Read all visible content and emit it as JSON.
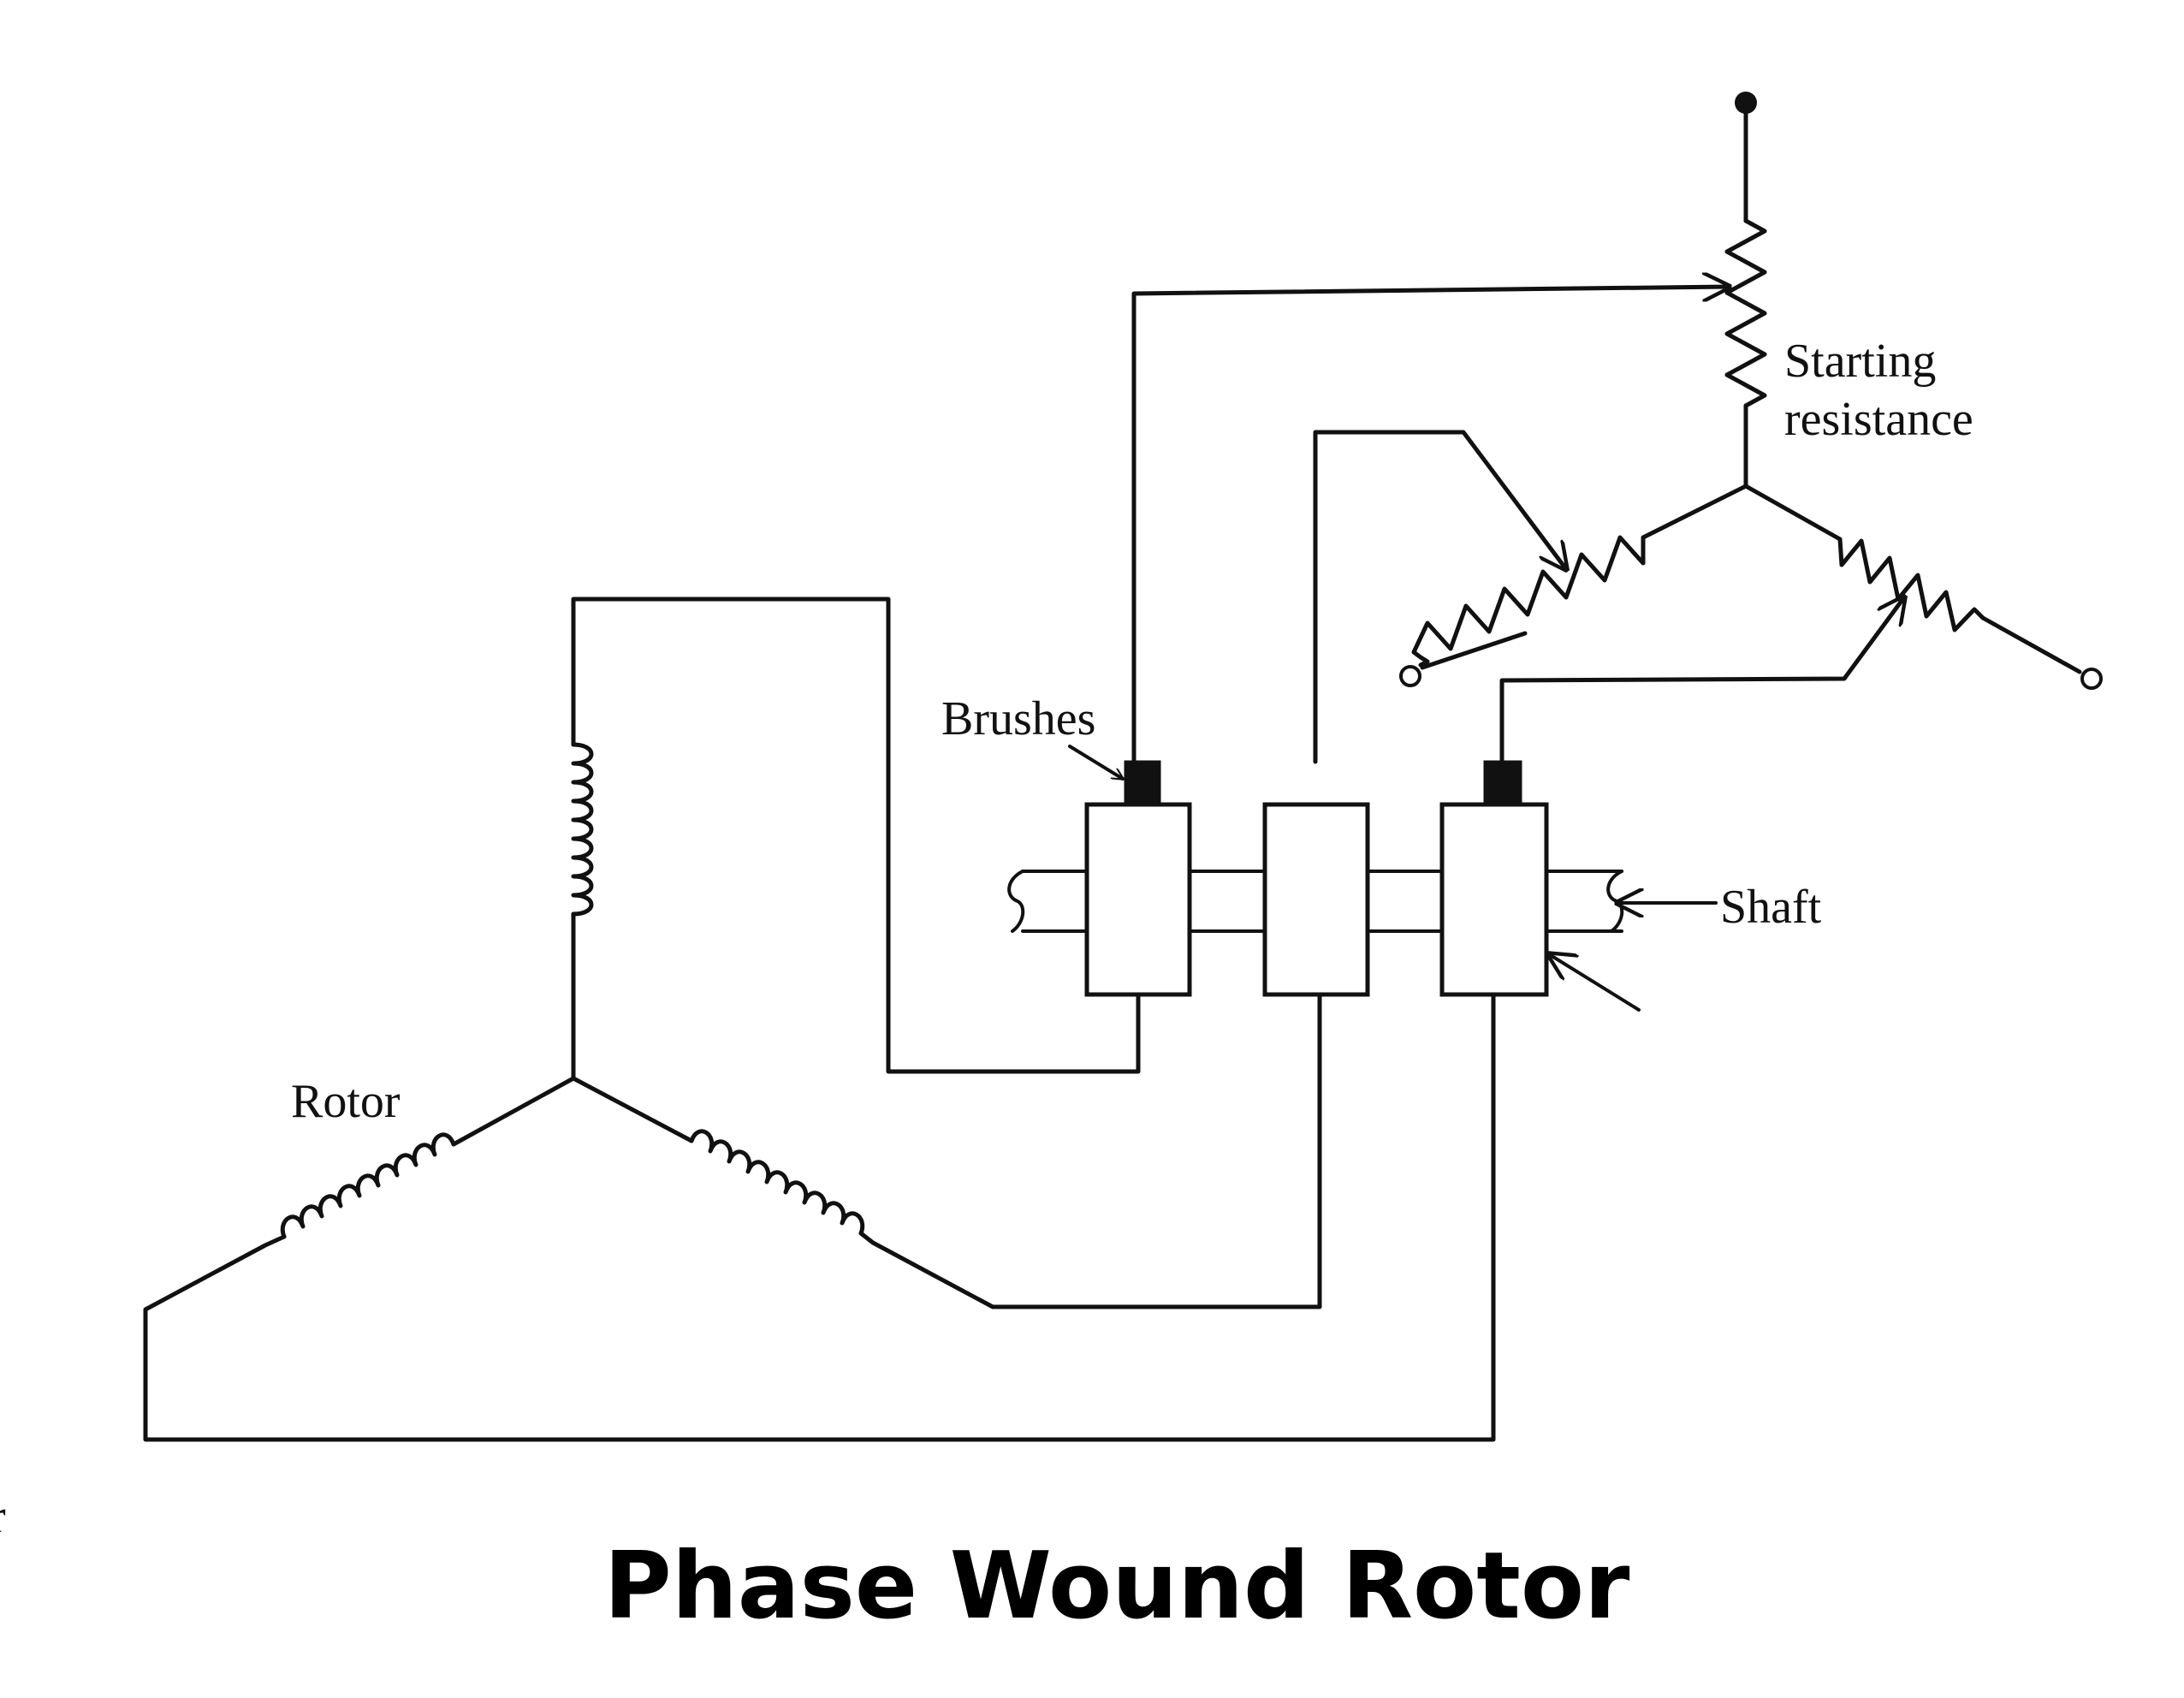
{
  "labels": {
    "starting_line1": "Starting",
    "starting_line2": "resistance",
    "brushes": "Brushes",
    "shaft": "Shaft",
    "rotor": "Rotor"
  },
  "title": "Phase Wound Rotor",
  "margin_mark": "r"
}
